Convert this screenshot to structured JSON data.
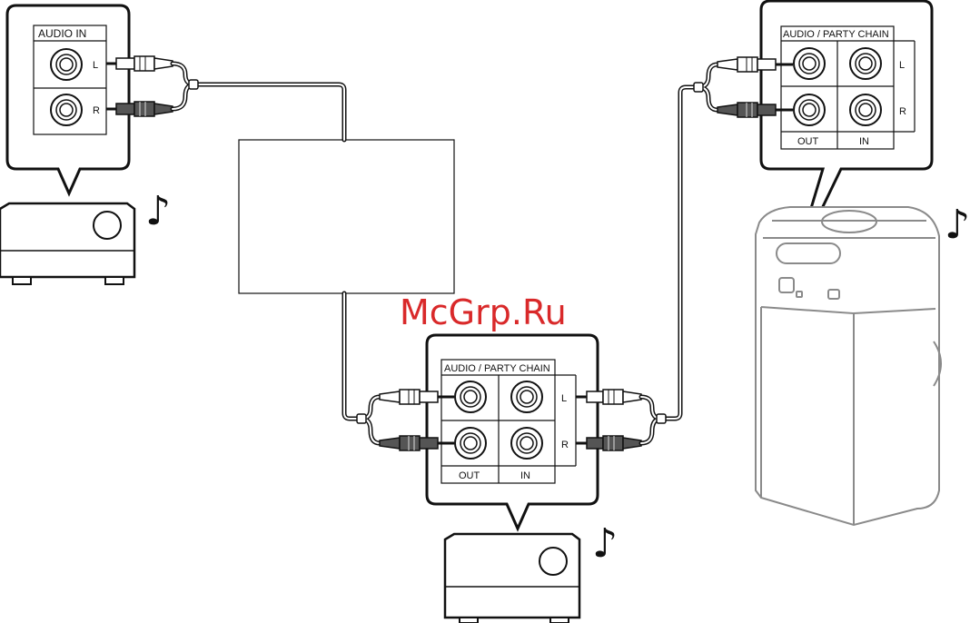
{
  "panel_left": {
    "title": "AUDIO  IN",
    "left_label": "L",
    "right_label": "R"
  },
  "panel_center": {
    "title": "AUDIO / PARTY CHAIN",
    "left_label": "L",
    "right_label": "R",
    "out_label": "OUT",
    "in_label": "IN"
  },
  "panel_right": {
    "title": "AUDIO / PARTY CHAIN",
    "left_label": "L",
    "right_label": "R",
    "out_label": "OUT",
    "in_label": "IN"
  },
  "watermark": "McGrp.Ru",
  "music_note_glyph": "♪",
  "colors": {
    "line": "#111111",
    "watermark": "#d9292a",
    "plug_dark": "#555555",
    "speaker_outline": "#8a8a8a"
  }
}
